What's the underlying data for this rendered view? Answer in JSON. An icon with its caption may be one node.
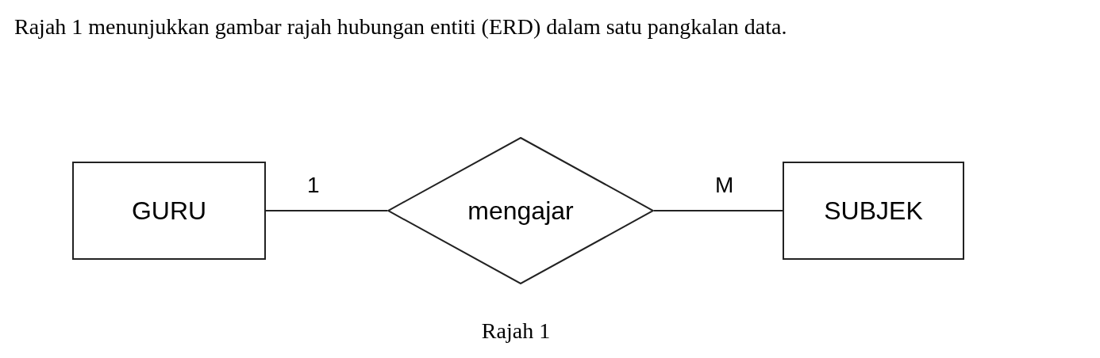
{
  "diagram": {
    "title": "Rajah 1 menunjukkan gambar rajah hubungan entiti (ERD) dalam satu pangkalan data.",
    "caption": "Rajah 1",
    "nodes": [
      {
        "text": [
          "GURU"
        ]
      },
      {
        "text": [
          "mengajar"
        ]
      },
      {
        "text": [
          "SUBJEK"
        ]
      }
    ],
    "edges": [
      {
        "from": 0,
        "to": 1,
        "arrow": "none",
        "label": "1"
      },
      {
        "from": 1,
        "to": 2,
        "arrow": "none",
        "label": "M"
      }
    ]
  }
}
